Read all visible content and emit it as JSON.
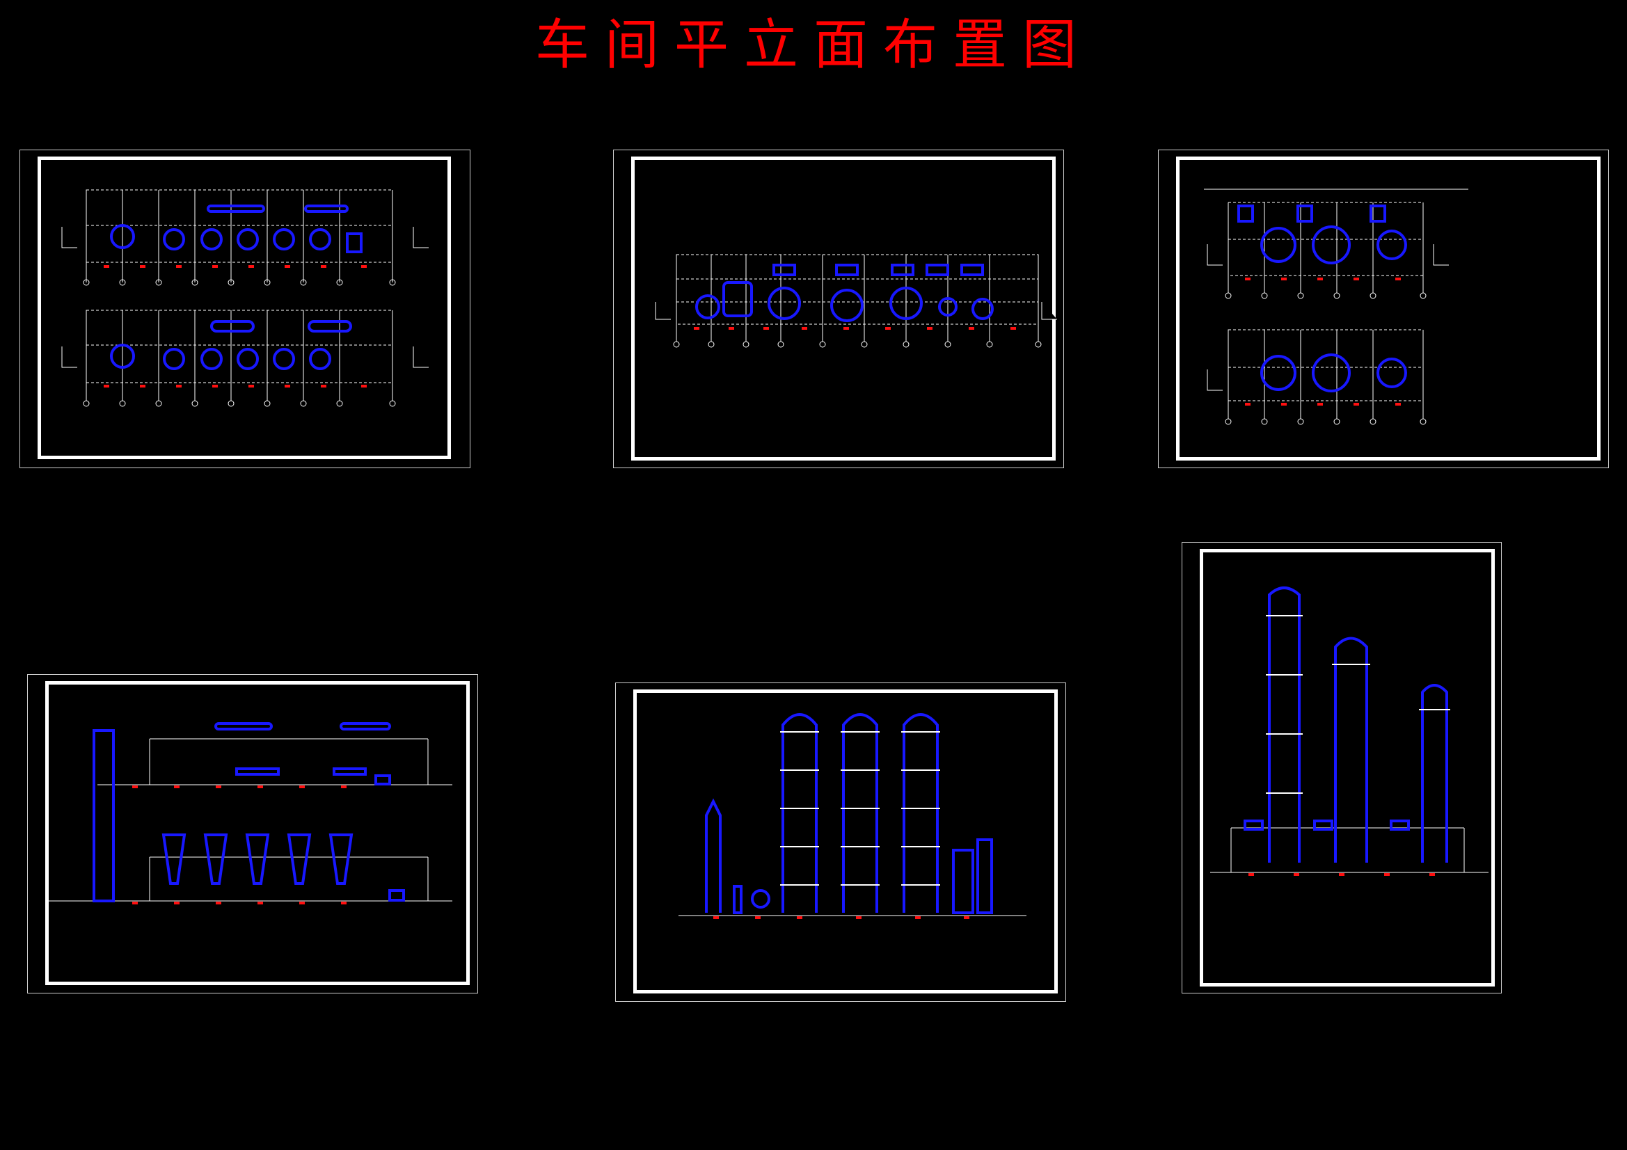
{
  "title": "车间平立面布置图",
  "colors": {
    "background": "#000000",
    "title": "#ff0000",
    "equipment": "#1010ff",
    "lines": "#ffffff",
    "markers": "#ff0000"
  },
  "sheets": [
    {
      "id": "sheet-1"
    },
    {
      "id": "sheet-2"
    },
    {
      "id": "sheet-3"
    },
    {
      "id": "sheet-4"
    },
    {
      "id": "sheet-5"
    },
    {
      "id": "sheet-6"
    }
  ]
}
